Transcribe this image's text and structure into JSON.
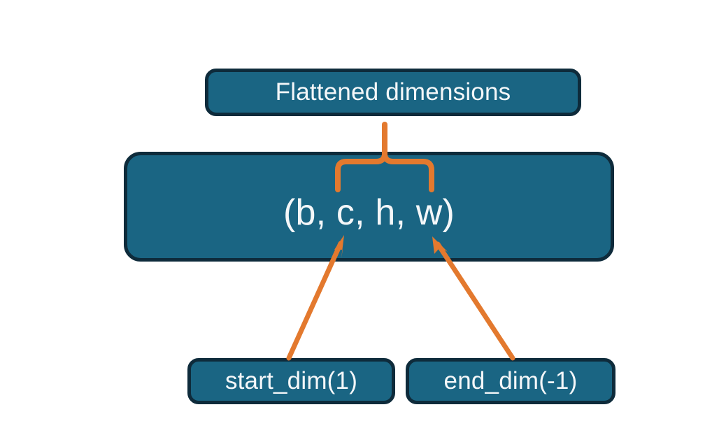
{
  "diagram": {
    "title_node": {
      "label": "Flattened dimensions"
    },
    "shape_node": {
      "label": "(b, c, h, w)"
    },
    "start_dim_node": {
      "label": "start_dim(1)"
    },
    "end_dim_node": {
      "label": "end_dim(-1)"
    },
    "connectors": {
      "brace": "curly-brace-up",
      "arrow_left": "arrow-up-right",
      "arrow_right": "arrow-up-left"
    },
    "colors": {
      "node_fill": "#1A6583",
      "node_border": "#0E2B3B",
      "node_text": "#F4F7F9",
      "connector": "#E3792E",
      "background": "#FFFFFF"
    }
  }
}
